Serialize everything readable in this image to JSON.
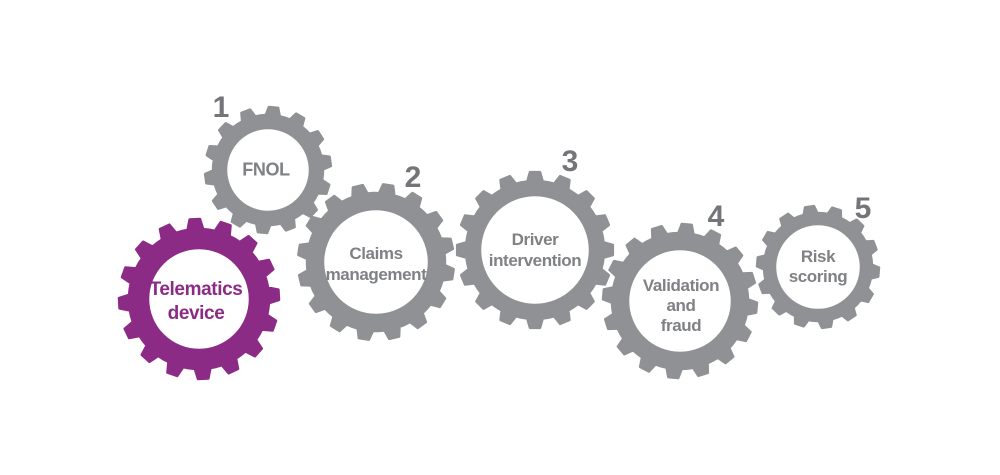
{
  "colors": {
    "background": "#ffffff",
    "highlight_purple": "#8c2b86",
    "gear_gray": "#8f9194",
    "label_gray": "#7f8184",
    "number_gray": "#747578"
  },
  "gears": [
    {
      "id": "telematics-device",
      "label": "Telematics\ndevice",
      "number": "",
      "highlighted": true
    },
    {
      "id": "fnol",
      "label": "FNOL",
      "number": "1",
      "highlighted": false
    },
    {
      "id": "claims-management",
      "label": "Claims\nmanagement",
      "number": "2",
      "highlighted": false
    },
    {
      "id": "driver-intervention",
      "label": "Driver\nintervention",
      "number": "3",
      "highlighted": false
    },
    {
      "id": "validation-and-fraud",
      "label": "Validation\nand\nfraud",
      "number": "4",
      "highlighted": false
    },
    {
      "id": "risk-scoring",
      "label": "Risk\nscoring",
      "number": "5",
      "highlighted": false
    }
  ]
}
